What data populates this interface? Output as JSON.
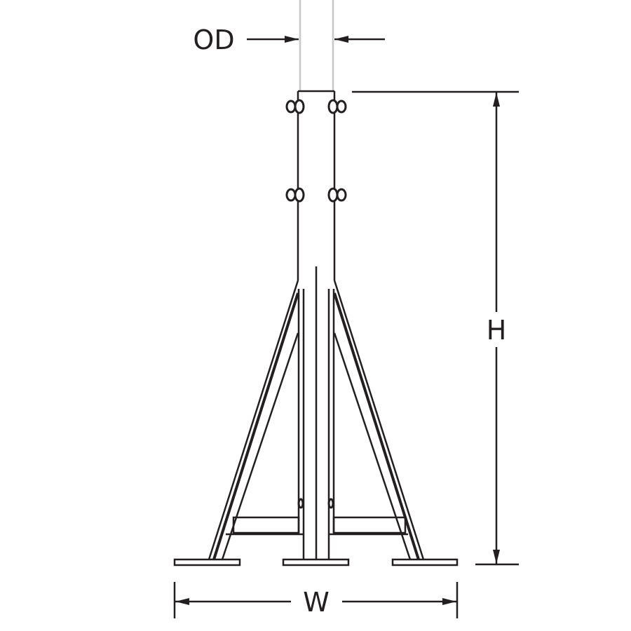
{
  "labels": {
    "outer_diameter": "OD",
    "height": "H",
    "width": "W"
  },
  "colors": {
    "line": "#231f20",
    "pipe": "#c8c8c8"
  }
}
